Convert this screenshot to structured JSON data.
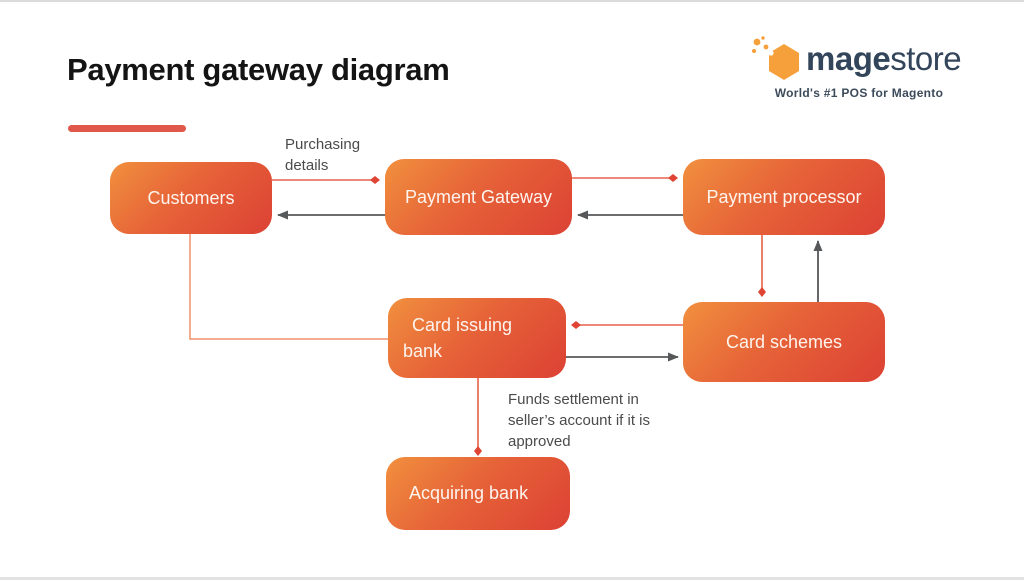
{
  "header": {
    "title": "Payment gateway diagram"
  },
  "logo": {
    "brand_bold": "mage",
    "brand_light": "store",
    "tagline": "World's #1 POS for Magento"
  },
  "nodes": {
    "customers": {
      "label": "Customers"
    },
    "payment_gateway": {
      "label": "Payment Gateway"
    },
    "payment_processor": {
      "label": "Payment processor"
    },
    "card_issuing_bank": {
      "label": "Card issuing bank"
    },
    "card_schemes": {
      "label": "Card schemes"
    },
    "acquiring_bank": {
      "label": "Acquiring bank"
    }
  },
  "annotations": {
    "purchasing_details": {
      "text": "Purchasing details"
    },
    "funds_settlement": {
      "text": "Funds settlement in seller’s account if it is approved"
    }
  },
  "colors": {
    "box_gradient_start": "#F1903E",
    "box_gradient_end": "#DC4134",
    "red_line": "#E8614B",
    "red_arrowhead": "#DF4434",
    "light_elbow_line": "#F0906B",
    "gray_line": "#56585A",
    "annotation_text": "#4B4B4B",
    "title_text": "#141414",
    "underline_accent": "#E0584A",
    "logo_navy": "#33455B",
    "logo_orange": "#F6A03B"
  }
}
